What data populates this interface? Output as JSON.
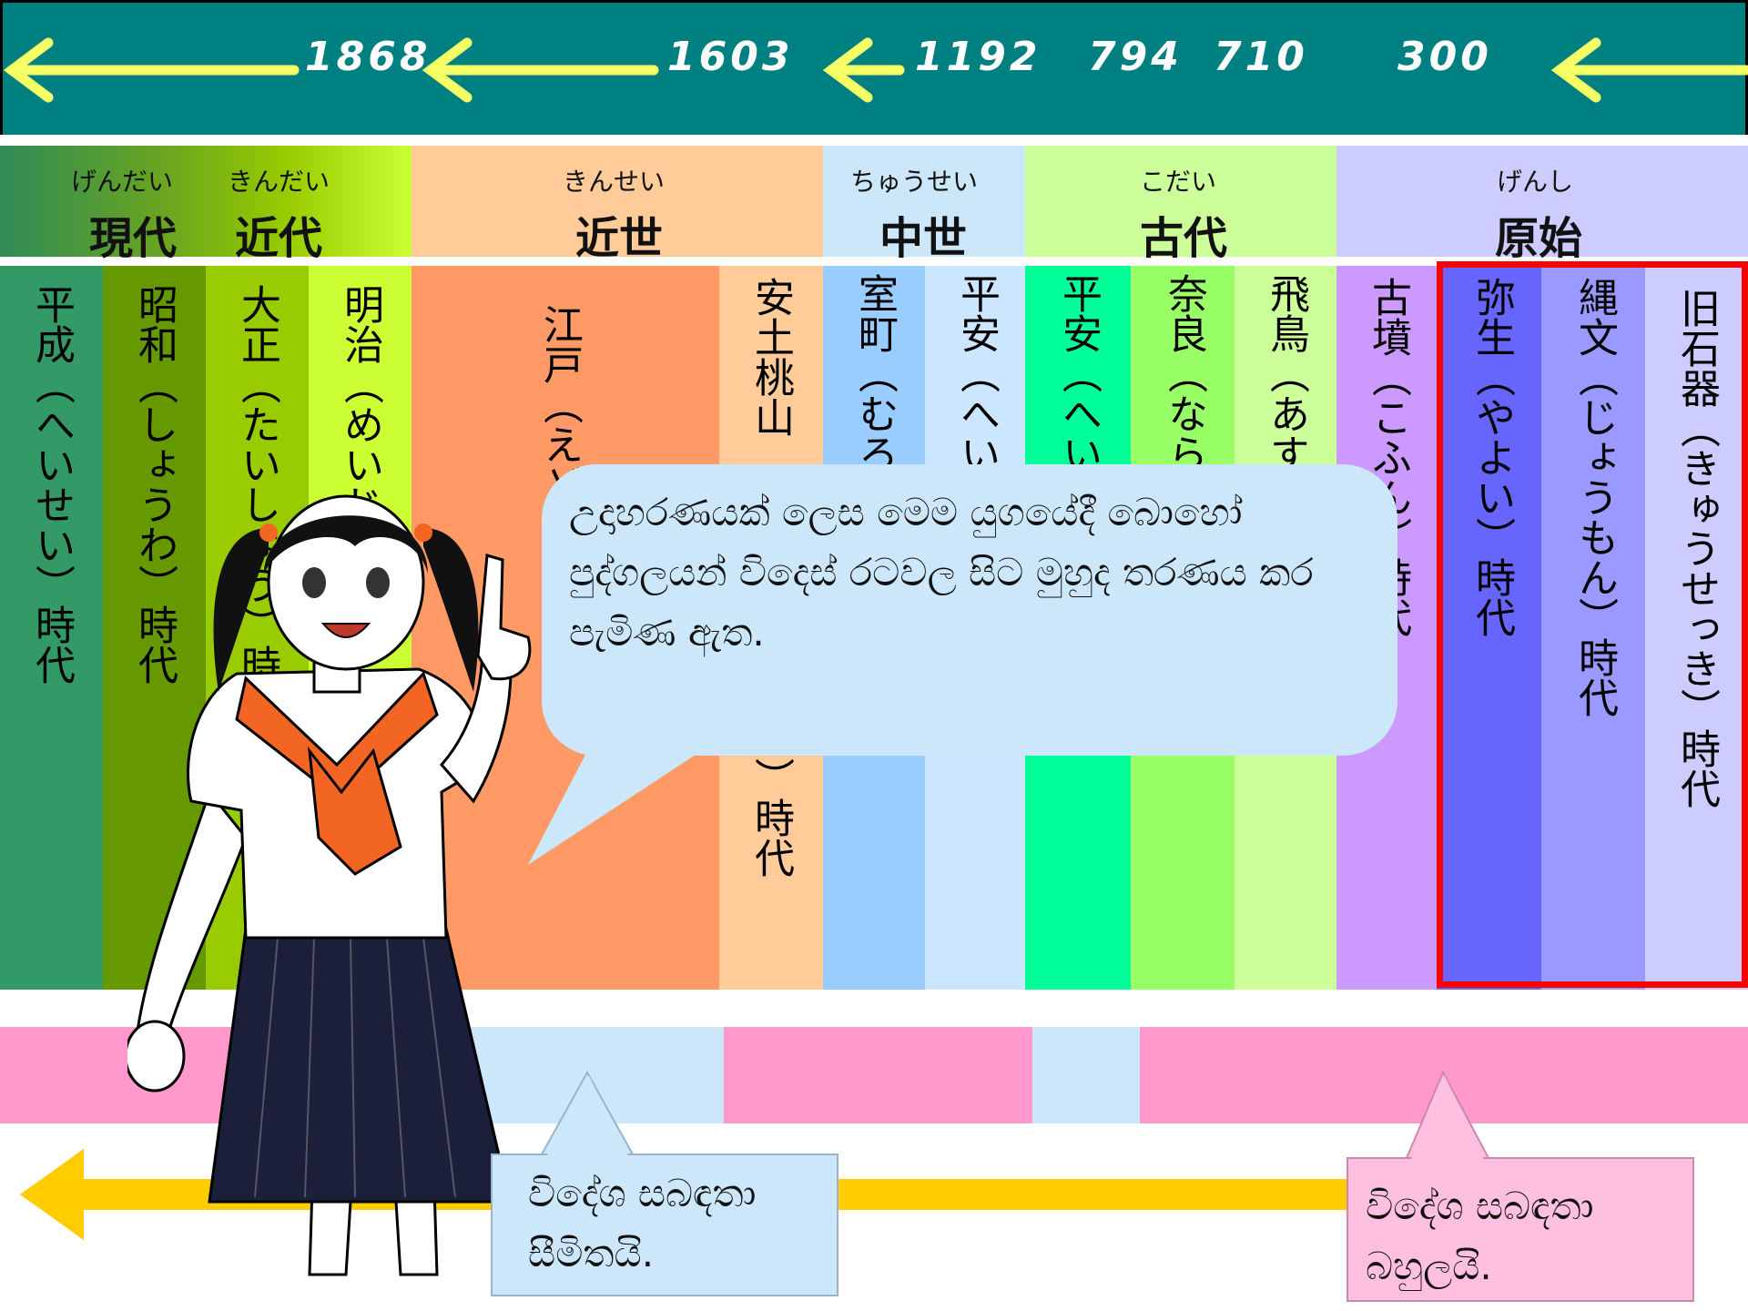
{
  "timeline": {
    "years": [
      "1868",
      "1603",
      "1192",
      "794",
      "710",
      "300"
    ],
    "eras": [
      {
        "ruby": "げんだい",
        "name": "現代"
      },
      {
        "ruby": "きんだい",
        "name": "近代"
      },
      {
        "ruby": "きんせい",
        "name": "近世"
      },
      {
        "ruby": "ちゅうせい",
        "name": "中世"
      },
      {
        "ruby": "こだい",
        "name": "古代"
      },
      {
        "ruby": "げんし",
        "name": "原始"
      }
    ],
    "periods": [
      {
        "label": "平成（へいせい）時代",
        "color": "#339966"
      },
      {
        "label": "昭和（しょうわ）時代",
        "color": "#669900"
      },
      {
        "label": "大正（たいしょう）時代",
        "color": "#99cc00"
      },
      {
        "label": "明治（めいじ）時代",
        "color": "#ccff33"
      },
      {
        "label": "江戸（えど）時代",
        "color": "#ff9966"
      },
      {
        "label": "安土桃山（あづちももやま）時代",
        "color": "#ffcc99"
      },
      {
        "label": "室町（むろまち）時代",
        "color": "#99ccff"
      },
      {
        "label": "平安（へいあん）時代",
        "color": "#cce6ff"
      },
      {
        "label": "平安（へいあん）時代",
        "color": "#00ff99"
      },
      {
        "label": "奈良（なら）時代",
        "color": "#99ff66"
      },
      {
        "label": "飛鳥（あすか）時代",
        "color": "#ccff99"
      },
      {
        "label": "古墳（こふん）時代",
        "color": "#cc99ff"
      },
      {
        "label": "弥生（やよい）時代",
        "color": "#6666ff"
      },
      {
        "label": "縄文（じょうもん）時代",
        "color": "#9999ff"
      },
      {
        "label": "旧石器（きゅうせっき）時代",
        "color": "#ccccff"
      }
    ]
  },
  "speech": {
    "main": "උදාහරණයක් ලෙස මෙම යුගයේදී බොහෝ  පුද්ගලයන් විදෙස් රටවල සිට මුහුද තරණය කර පැමිණ ඇත.",
    "limited": "විදේශ සබඳතා සීමිතයි.",
    "many": "විදේශ සබඳතා බහුලයි."
  },
  "colors": {
    "year_band": "#008080",
    "arrow": "#f6ff66",
    "relations_many": "#ff99cc",
    "relations_limited": "#cce6fa",
    "bottom_arrow": "#ffcc00",
    "highlight_box": "#ff0000"
  }
}
